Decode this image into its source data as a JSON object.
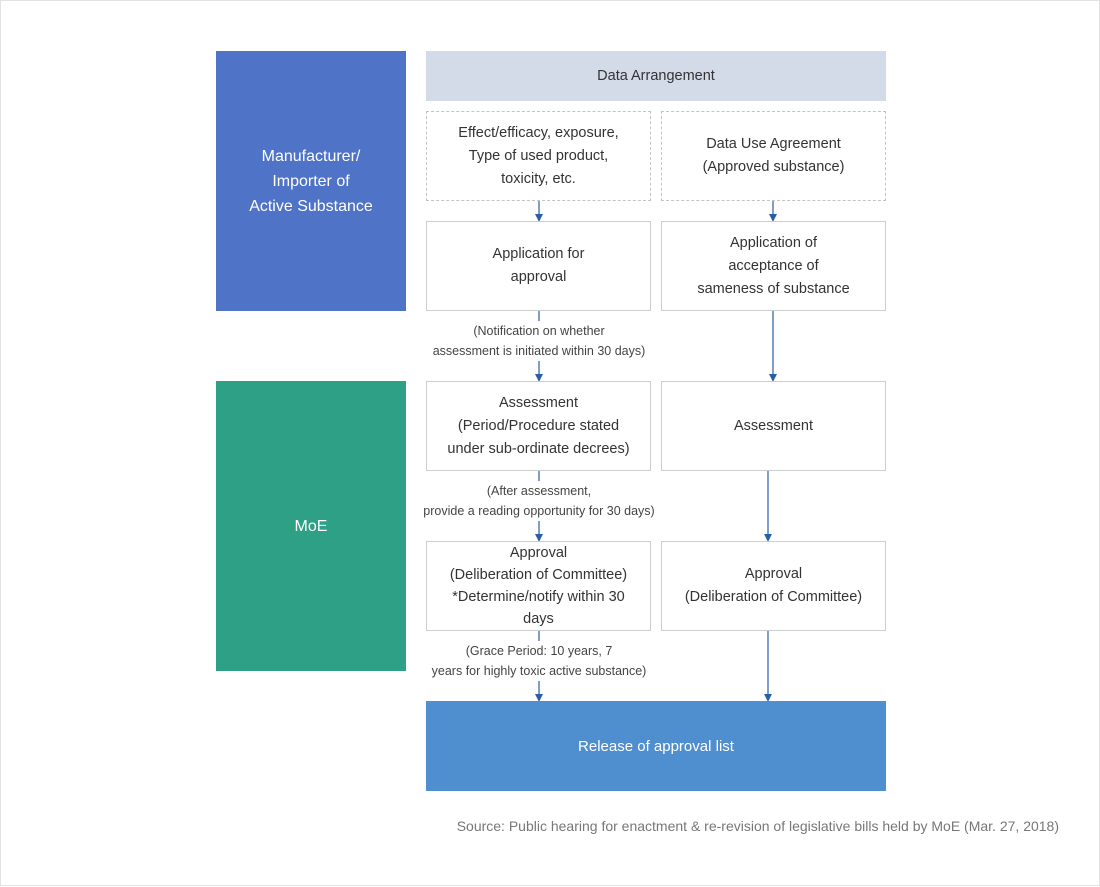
{
  "colors": {
    "manufacturer": "#4f73c6",
    "moe": "#2ea085",
    "header": "#d3dae8",
    "release": "#4f8fcf",
    "arrow": "#2b5ea8"
  },
  "actors": {
    "manufacturer": "Manufacturer/\nImporter of\nActive Substance",
    "moe": "MoE"
  },
  "header": "Data Arrangement",
  "left": {
    "data": "Effect/efficacy, exposure,\nType of used product,\ntoxicity, etc.",
    "application": "Application for\napproval",
    "note1": "(Notification on whether\nassessment is initiated within 30 days)",
    "assessment": "Assessment\n(Period/Procedure stated\nunder sub-ordinate decrees)",
    "note2": "(After assessment,\nprovide a reading opportunity for 30 days)",
    "approval": "Approval\n(Deliberation of Committee)\n*Determine/notify within 30 days",
    "note3": "(Grace Period: 10 years, 7\nyears for highly toxic active substance)"
  },
  "right": {
    "data": "Data Use Agreement\n(Approved substance)",
    "application": "Application of\nacceptance of\nsameness of substance",
    "assessment": "Assessment",
    "approval": "Approval\n(Deliberation of Committee)"
  },
  "release": "Release of approval list",
  "source": "Source: Public hearing for enactment & re-revision of legislative bills held by MoE (Mar. 27, 2018)"
}
